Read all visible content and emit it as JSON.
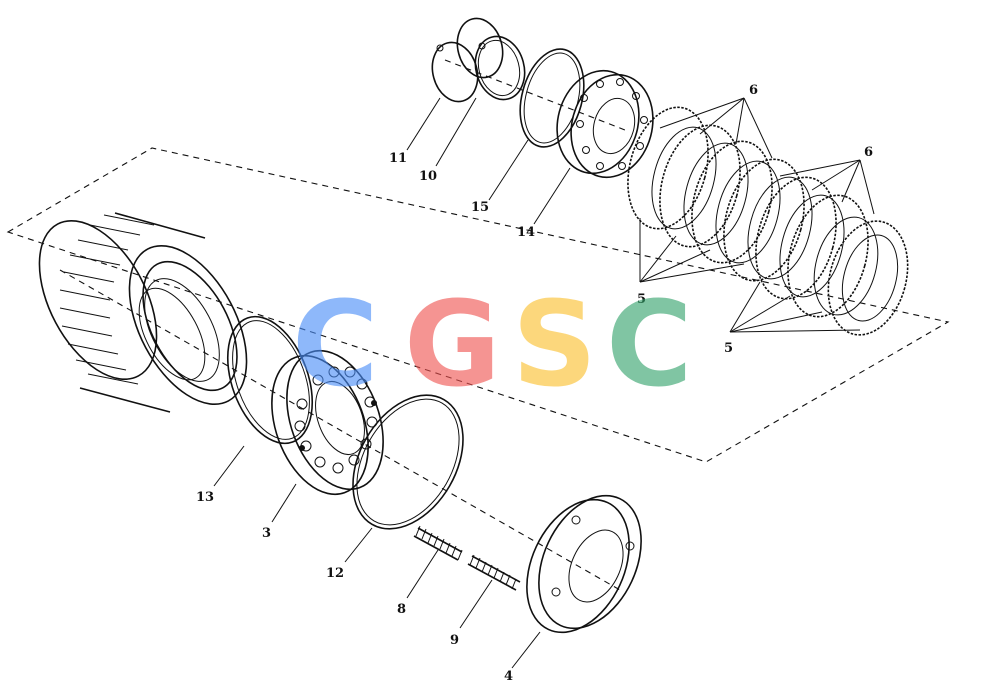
{
  "callouts": {
    "c11": "11",
    "c10": "10",
    "c15": "15",
    "c14": "14",
    "c6a": "6",
    "c6b": "6",
    "c5a": "5",
    "c5b": "5",
    "c13": "13",
    "c3": "3",
    "c12": "12",
    "c8": "8",
    "c9": "9",
    "c4": "4"
  },
  "watermark": {
    "letters": [
      "C",
      "G",
      "S",
      "C"
    ],
    "colors": [
      "#4a8df7",
      "#ef5350",
      "#fbc02d",
      "#34a36b"
    ]
  }
}
